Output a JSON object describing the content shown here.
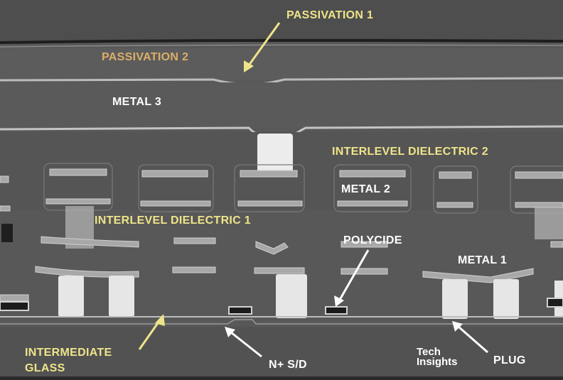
{
  "labels": {
    "passivation_1": "PASSIVATION 1",
    "passivation_2": "PASSIVATION 2",
    "metal_3": "METAL 3",
    "interlevel_dielectric_2": "INTERLEVEL DIELECTRIC 2",
    "metal_2": "METAL 2",
    "interlevel_dielectric_1": "INTERLEVEL DIELECTRIC 1",
    "polycide": "POLYCIDE",
    "metal_1": "METAL 1",
    "intermediate_glass_line1": "INTERMEDIATE",
    "intermediate_glass_line2": "GLASS",
    "n_plus_sd": "N+ S/D",
    "plug": "PLUG"
  },
  "logo": {
    "line1": "Tech",
    "line2": "Insights"
  },
  "colors": {
    "yellow_label": "#efe48a",
    "orange_label": "#dcae68",
    "white_label": "#ffffff",
    "background": "#585858"
  }
}
